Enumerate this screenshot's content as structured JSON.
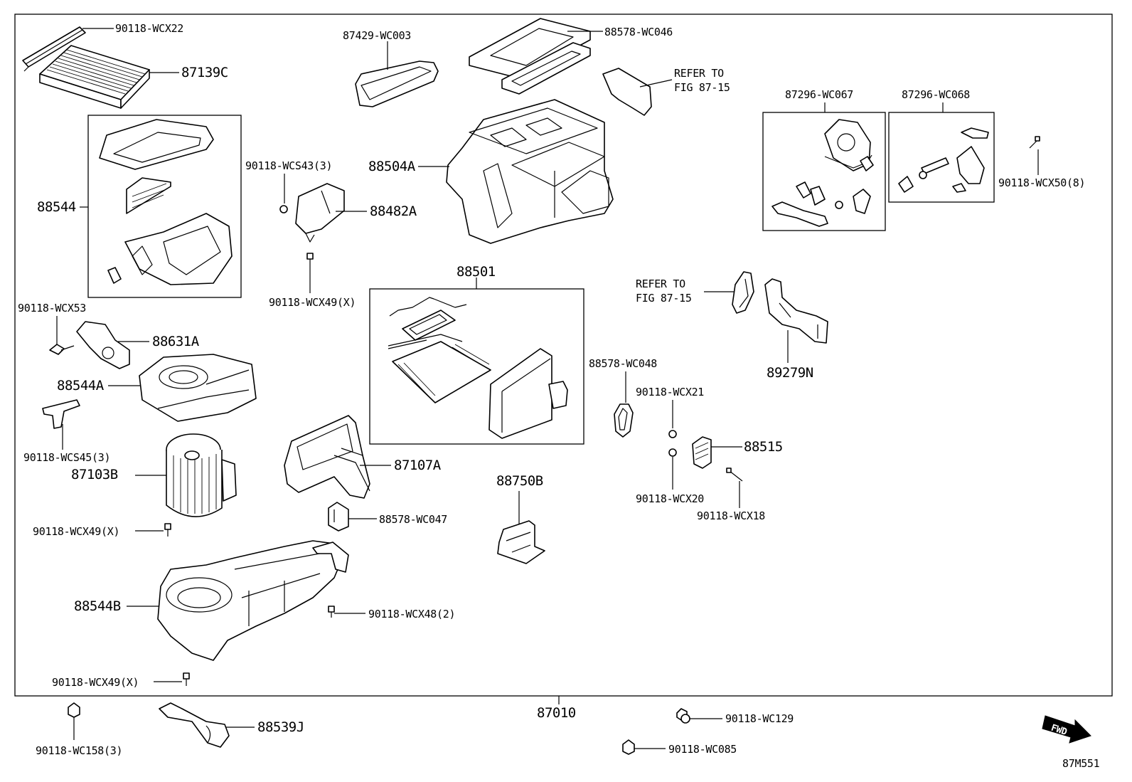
{
  "labels": {
    "p90118_wcx22": "90118-WCX22",
    "p87139c": "87139C",
    "p88544": "88544",
    "p87429_wc003": "87429-WC003",
    "p88578_wc046": "88578-WC046",
    "refer_top_1": "REFER TO",
    "refer_top_2": "FIG 87-15",
    "p87296_wc067": "87296-WC067",
    "p87296_wc068": "87296-WC068",
    "p90118_wcx50": "90118-WCX50(8)",
    "p90118_wcs43": "90118-WCS43(3)",
    "p88504a": "88504A",
    "p88482a": "88482A",
    "p90118_wcx49_mid": "90118-WCX49(X)",
    "p88501": "88501",
    "refer_mid_1": "REFER TO",
    "refer_mid_2": "FIG 87-15",
    "p89279n": "89279N",
    "p90118_wcx53": "90118-WCX53",
    "p88631a": "88631A",
    "p88544a": "88544A",
    "p88578_wc048": "88578-WC048",
    "p90118_wcx21": "90118-WCX21",
    "p88515": "88515",
    "p90118_wcs45": "90118-WCS45(3)",
    "p87103b": "87103B",
    "p87107a": "87107A",
    "p88750b": "88750B",
    "p90118_wcx20": "90118-WCX20",
    "p90118_wcx18": "90118-WCX18",
    "p90118_wcx49_left": "90118-WCX49(X)",
    "p88578_wc047": "88578-WC047",
    "p88544b": "88544B",
    "p90118_wcx48": "90118-WCX48(2)",
    "p90118_wcx49_bottom": "90118-WCX49(X)",
    "p87010": "87010",
    "p90118_wc158": "90118-WC158(3)",
    "p88539j": "88539J",
    "p90118_wc129": "90118-WC129",
    "p90118_wc085": "90118-WC085",
    "fwd": "FWD",
    "figure_id": "87M551"
  }
}
